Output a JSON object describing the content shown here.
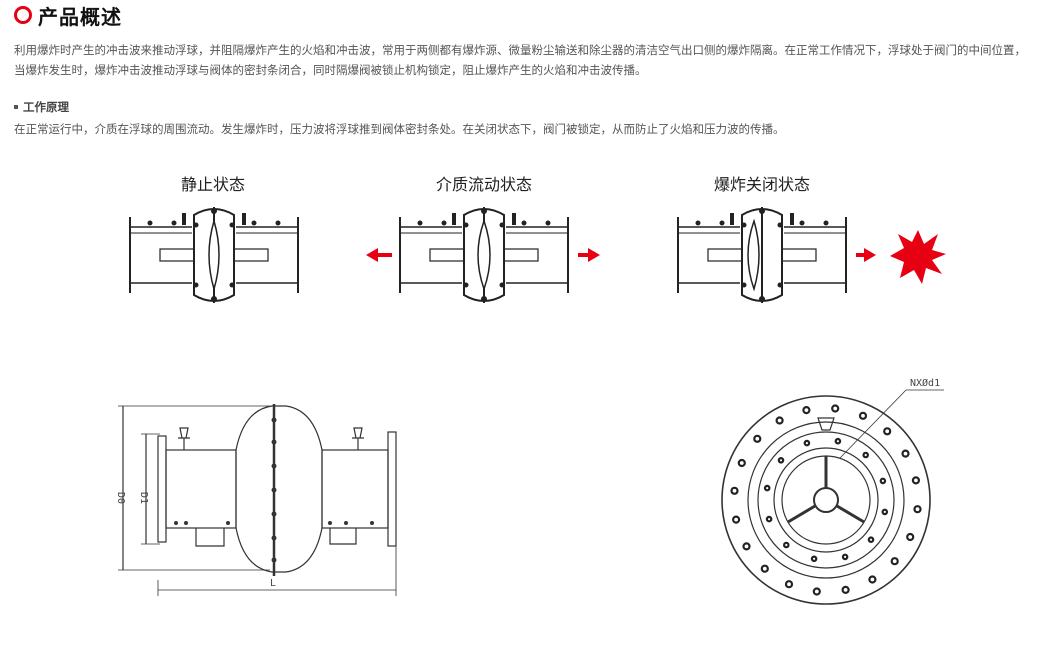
{
  "header": {
    "title": "产品概述"
  },
  "overview": {
    "line1": "利用爆炸时产生的冲击波来推动浮球，并阻隔爆炸产生的火焰和冲击波，常用于两侧都有爆炸源、微量粉尘输送和除尘器的清洁空气出口侧的爆炸隔离。在正常工作情况下，浮球处于阀门的中间位置，",
    "line2": "当爆炸发生时，爆炸冲击波推动浮球与阀体的密封条闭合，同时隔爆阀被锁止机构锁定，阻止爆炸产生的火焰和冲击波传播。"
  },
  "principle": {
    "heading": "工作原理",
    "text": "在正常运行中，介质在浮球的周围流动。发生爆炸时，压力波将浮球推到阀体密封条处。在关闭状态下，阀门被锁定，从而防止了火焰和压力波的传播。"
  },
  "diagram": {
    "states": [
      "静止状态",
      "介质流动状态",
      "爆炸关闭状态"
    ],
    "dims": {
      "outer": "D0",
      "inner": "D1",
      "length": "L",
      "holes": "NXØd1"
    },
    "colors": {
      "accent": "#e60012",
      "line": "#222222"
    }
  }
}
